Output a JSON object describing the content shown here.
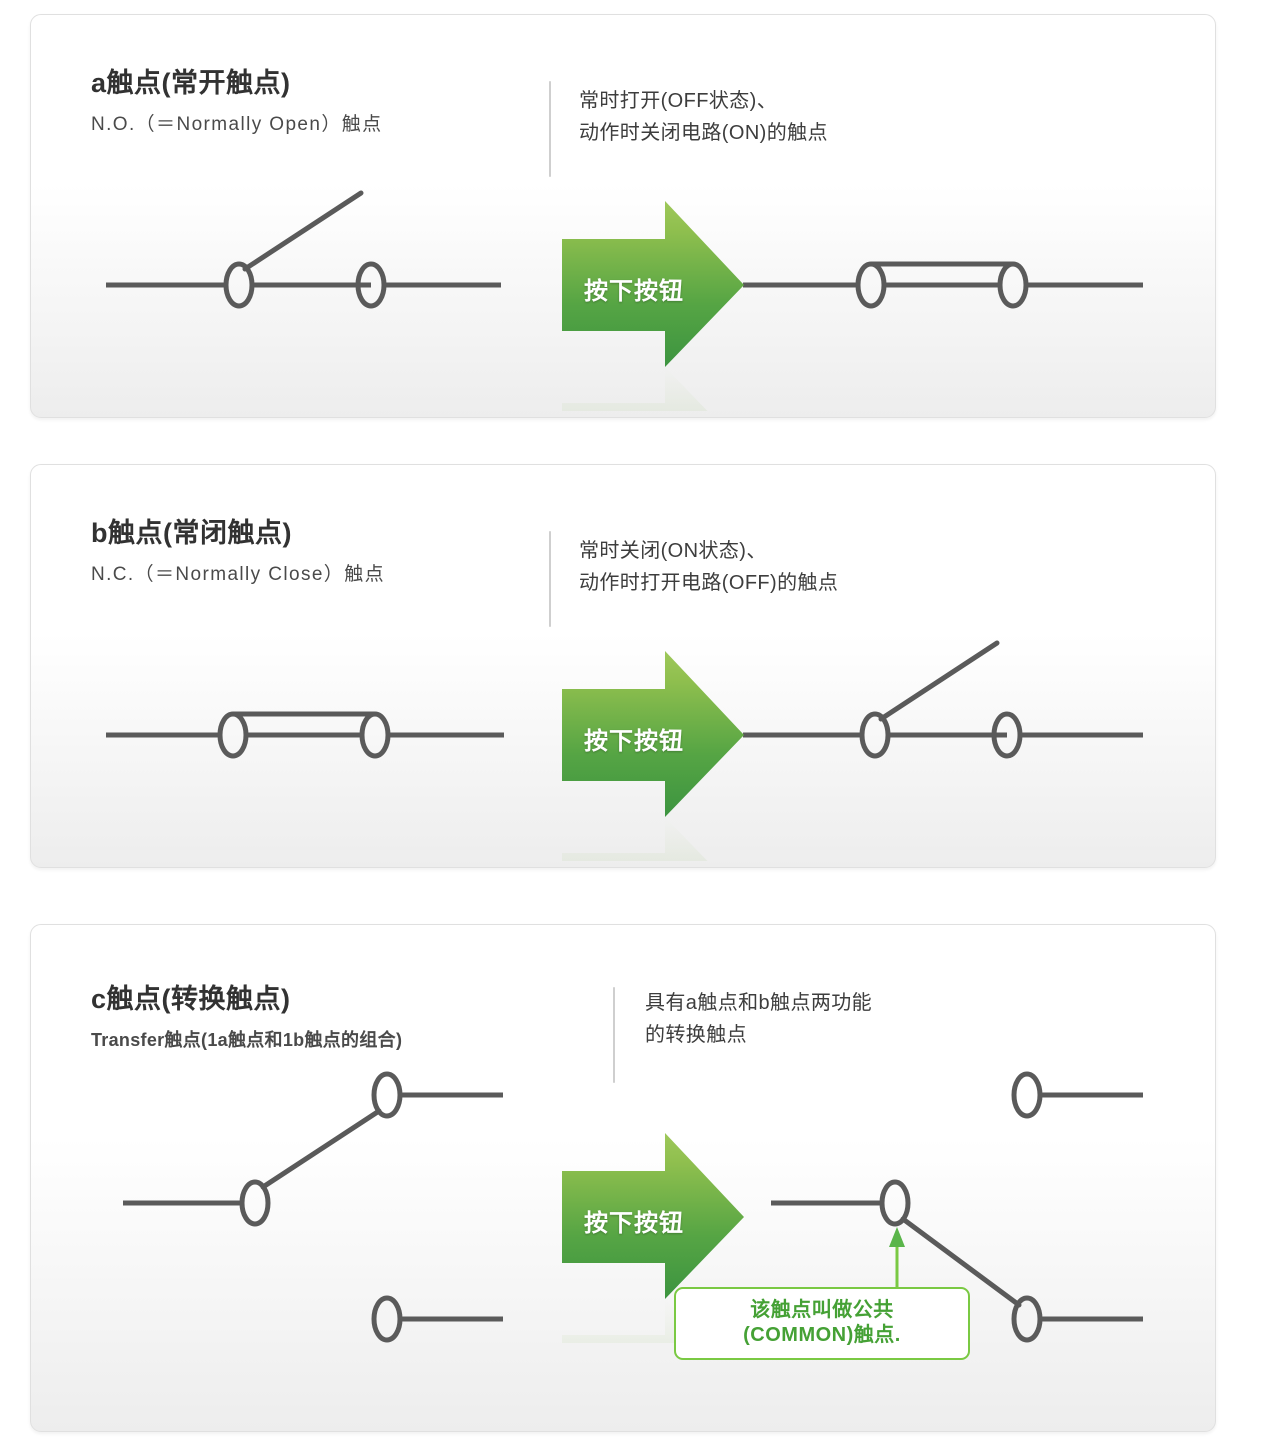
{
  "cards": [
    {
      "id": "a-contact",
      "title": "a触点(常开触点)",
      "subtitle": "N.O.（＝Normally Open）触点",
      "description": "常时打开(OFF状态)、\n动作时关闭电路(ON)的触点",
      "arrow_label": "按下按钮",
      "before_state": "open",
      "after_state": "closed"
    },
    {
      "id": "b-contact",
      "title": "b触点(常闭触点)",
      "subtitle": "N.C.（＝Normally Close）触点",
      "description": "常时关闭(ON状态)、\n动作时打开电路(OFF)的触点",
      "arrow_label": "按下按钮",
      "before_state": "closed",
      "after_state": "open"
    },
    {
      "id": "c-contact",
      "title": "c触点(转换触点)",
      "subtitle": "Transfer触点(1a触点和1b触点的组合)",
      "description": "具有a触点和b触点两功能\n的转换触点",
      "arrow_label": "按下按钮",
      "before_state": "transfer-up",
      "after_state": "transfer-down",
      "callout": "该触点叫做公共\n(COMMON)触点."
    }
  ],
  "colors": {
    "arrow_top": "#8fbf4e",
    "arrow_bottom": "#3c9440",
    "callout_green": "#45a135",
    "callout_border": "#7ac943",
    "wire": "#5a5a5a",
    "card_border": "#e0e0e0",
    "title_text": "#323232",
    "body_text": "#3d3d3d"
  }
}
